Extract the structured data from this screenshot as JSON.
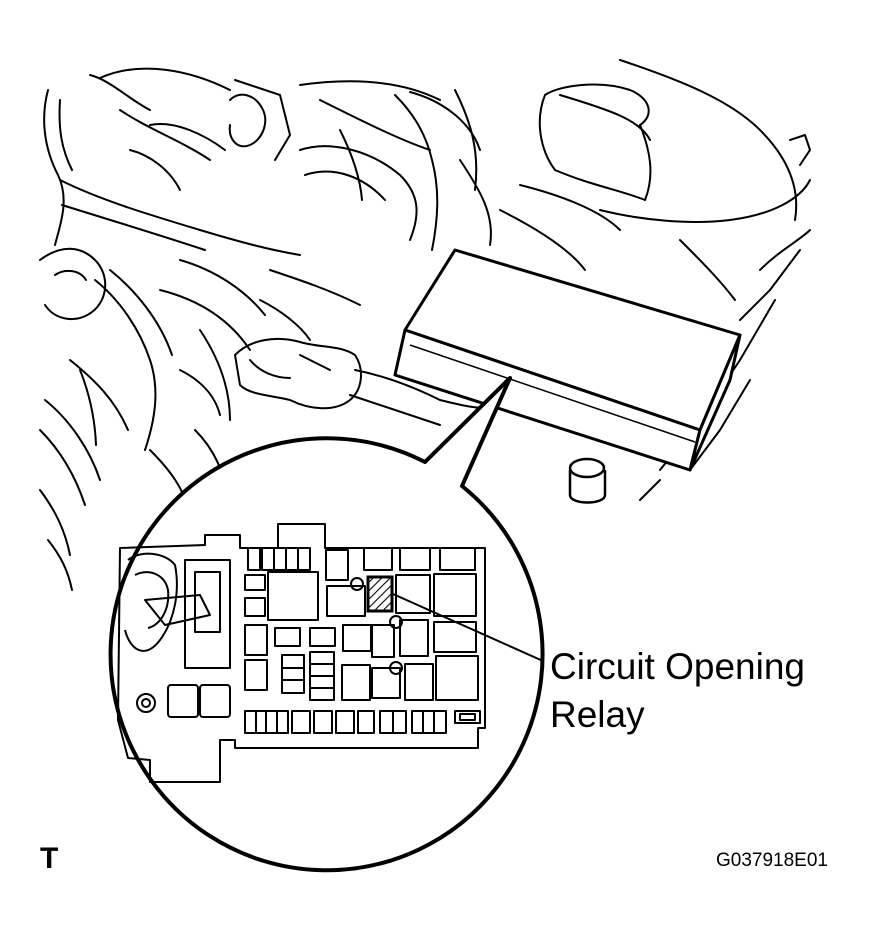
{
  "callout": {
    "line1": "Circuit Opening",
    "line2": "Relay"
  },
  "view_mark": "T",
  "figure_code": "G037918E01",
  "colors": {
    "line": "#000000",
    "background": "#ffffff"
  }
}
